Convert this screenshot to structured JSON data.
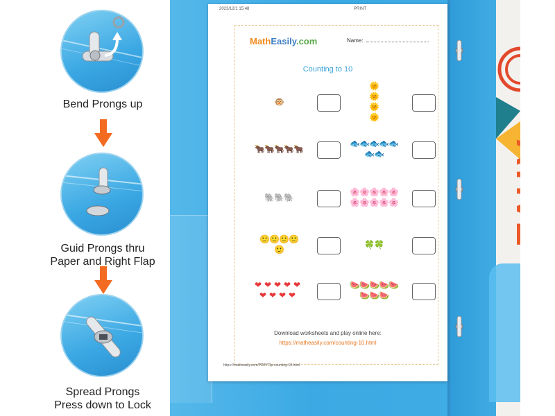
{
  "steps": [
    {
      "label_line1": "Bend Prongs up",
      "label_line2": ""
    },
    {
      "label_line1": "Guid Prongs thru",
      "label_line2": "Paper and Right Flap"
    },
    {
      "label_line1": "Spread Prongs",
      "label_line2": "Press down to Lock"
    }
  ],
  "colors": {
    "arrow": "#f36b21",
    "folder_blue": "#3ca9e4",
    "title_blue": "#3aa4d8",
    "link_orange": "#e8761f"
  },
  "worksheet": {
    "meta_left": "2023/12/1 15:48",
    "meta_center": "PRINT",
    "logo": {
      "part1": "Math",
      "part2": "Easily",
      "part3": ".com"
    },
    "name_label": "Name:",
    "title": "Counting to 10",
    "items": [
      {
        "glyph": "🐵",
        "count": 1
      },
      {
        "glyph": "🌞",
        "count": 4
      },
      {
        "glyph": "🐂",
        "count": 5
      },
      {
        "glyph": "🐟",
        "count": 7
      },
      {
        "glyph": "🐘",
        "count": 3
      },
      {
        "glyph": "🌸",
        "count": 10
      },
      {
        "glyph": "🙂",
        "count": 5
      },
      {
        "glyph": "🍀",
        "count": 2
      },
      {
        "glyph": "❤",
        "count": 9
      },
      {
        "glyph": "🍉",
        "count": 8
      }
    ],
    "footer_line1": "Download worksheets and play online here:",
    "footer_link": "https://matheasily.com/counting-10.html",
    "bottom_url": "https://matheasily.com/PRINT1p-counting-10.html"
  },
  "cover": {
    "text": "ATIVE"
  },
  "icons": [
    "prong-icon",
    "eyelet-icon",
    "curved-arrow-icon",
    "down-arrow-icon"
  ]
}
